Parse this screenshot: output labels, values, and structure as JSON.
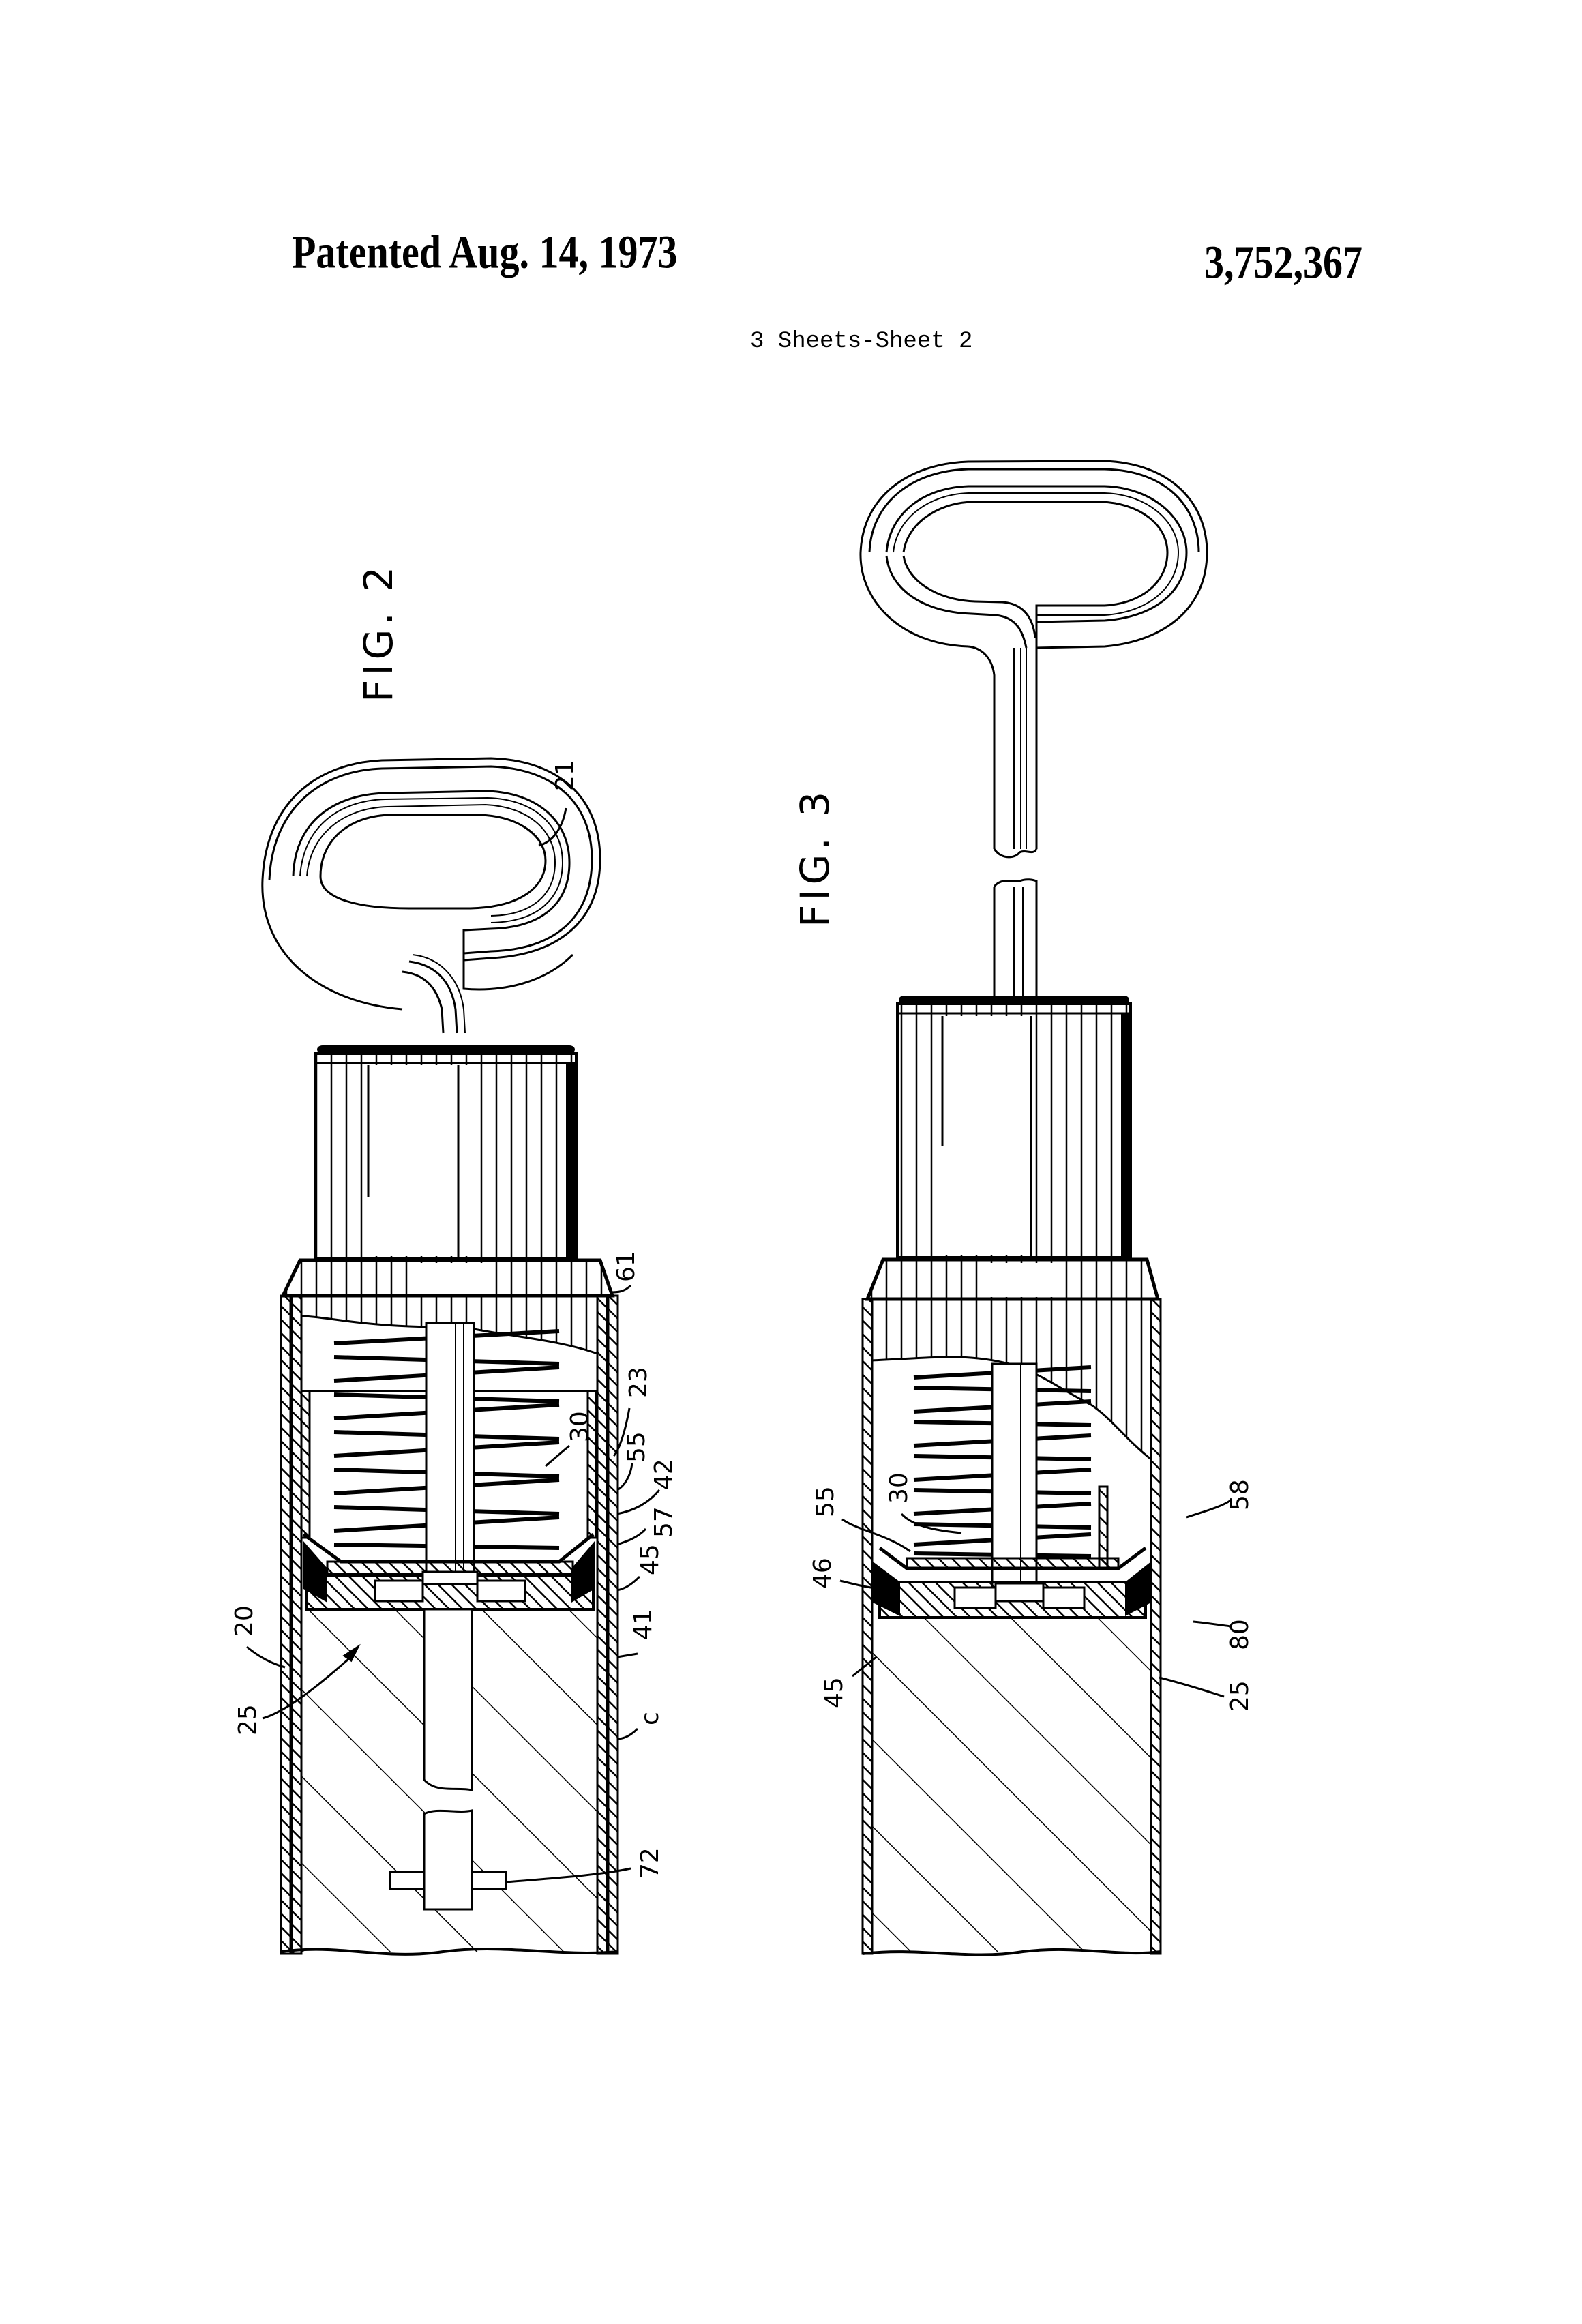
{
  "header": {
    "patent_date": "Patented  Aug. 14, 1973",
    "patent_number": "3,752,367",
    "sheet_info": "3 Sheets-Sheet 2"
  },
  "figures": [
    {
      "id": "fig2",
      "title": "FIG. 2",
      "labels": {
        "l21": "21",
        "l61": "61",
        "l23": "23",
        "l30": "30",
        "l55": "55",
        "l42": "42",
        "l57": "57",
        "l45": "45",
        "l41": "41",
        "lc": "c",
        "l72": "72",
        "l20": "20",
        "l25": "25"
      }
    },
    {
      "id": "fig3",
      "title": "FIG. 3",
      "labels": {
        "l55": "55",
        "l30": "30",
        "l46": "46",
        "l45": "45",
        "l58": "58",
        "l80": "80",
        "l25": "25"
      }
    }
  ],
  "colors": {
    "ink": "#000000",
    "paper": "#ffffff"
  }
}
